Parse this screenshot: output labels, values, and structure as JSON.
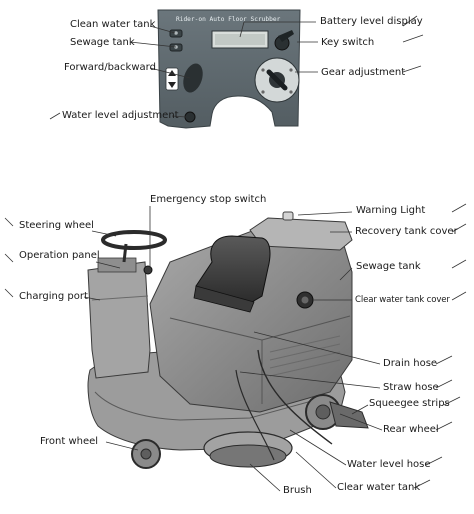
{
  "panel": {
    "title": "Rider-on Auto Floor Scrubber",
    "labels": {
      "clean_water_tank": "Clean water tank",
      "sewage_tank": "Sewage tank",
      "forward_backward": "Forward/backward",
      "water_level_adjustment": "Water level adjustment",
      "battery_level_display": "Battery level display",
      "key_switch": "Key switch",
      "gear_adjustment": "Gear adjustment"
    }
  },
  "machine": {
    "labels": {
      "emergency_stop_switch": "Emergency stop switch",
      "steering_wheel": "Steering wheel",
      "operation_panel": "Operation panel",
      "charging_port": "Charging port",
      "front_wheel": "Front wheel",
      "warning_light": "Warning Light",
      "recovery_tank_cover": "Recovery tank cover",
      "sewage_tank": "Sewage tank",
      "clear_water_tank_cover": "Clear water tank cover",
      "drain_hose": "Drain hose",
      "straw_hose": "Straw hose",
      "squeegee_strips": "Squeegee strips",
      "rear_wheel": "Rear wheel",
      "water_level_hose": "Water level hose",
      "brush": "Brush",
      "clear_water_tank": "Clear water tank"
    }
  },
  "colors": {
    "panel_fill": "#5f6a70",
    "body_fill": "#8c8c8c",
    "leader_line": "#333333"
  }
}
